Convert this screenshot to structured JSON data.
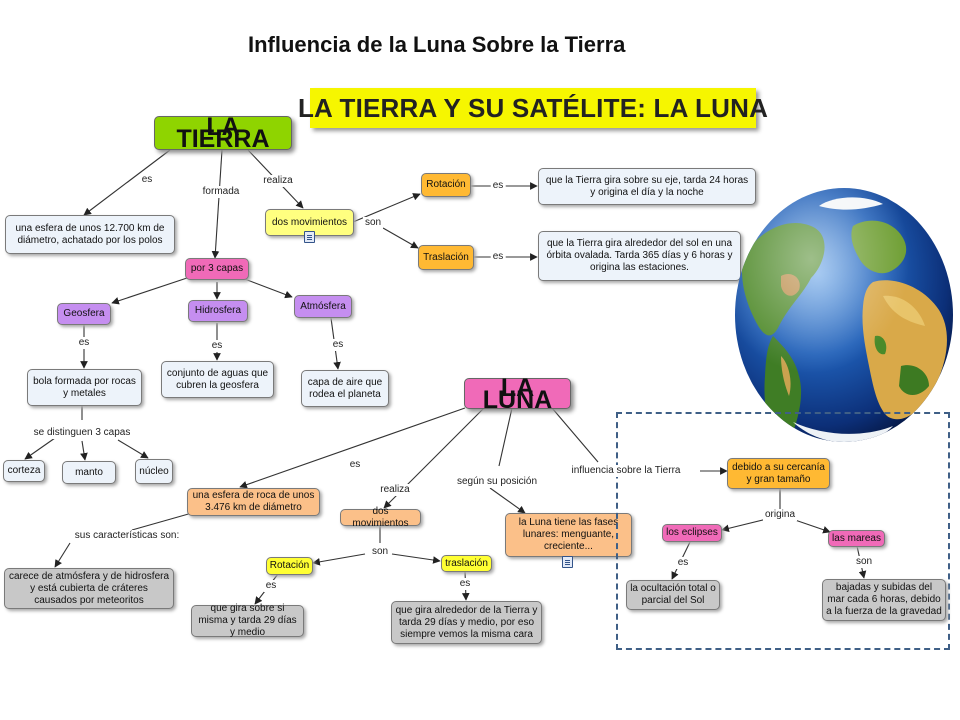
{
  "slide_title": "Influencia de la Luna Sobre la Tierra",
  "banner": "LA TIERRA Y SU SATÉLITE: LA LUNA",
  "nodes": {
    "tierra": "LA TIERRA",
    "esfera": "una esfera de unos 12.700 km de diámetro, achatado por los polos",
    "tres_capas": "por 3 capas",
    "dos_mov_tierra": "dos movimientos",
    "rotacion_tierra": "Rotación",
    "traslacion_tierra": "Traslación",
    "rot_desc": "que la Tierra gira sobre su eje, tarda 24 horas y origina el día y la noche",
    "tras_desc": "que la Tierra gira alrededor del sol en una órbita ovalada. Tarda 365 días y 6 horas y origina las estaciones.",
    "geosfera": "Geosfera",
    "hidrosfera": "Hidrosfera",
    "atmosfera": "Atmósfera",
    "geo_desc": "bola formada por rocas y metales",
    "hidro_desc": "conjunto de aguas que cubren la geosfera",
    "atmo_desc": "capa de aire  que rodea el planeta",
    "corteza": "corteza",
    "manto": "manto",
    "nucleo": "núcleo",
    "luna": "LA LUNA",
    "luna_esfera": "una esfera de roca de unos 3.476 km de diámetro",
    "luna_caract": "carece de atmósfera y de hidrosfera y está cubierta de cráteres causados por meteoritos",
    "dos_mov_luna": "dos movimientos",
    "rotacion_luna": "Rotación",
    "traslacion_luna": "traslación",
    "luna_rot_desc": "que gira sobre si misma y tarda 29 días y medio",
    "luna_tras_desc": "que gira alrededor de la Tierra y tarda 29 días y medio, por eso siempre vemos la misma cara",
    "fases": "la Luna tiene las fases lunares: menguante, creciente...",
    "cercania": "debido a su cercanía y gran tamaño",
    "eclipses": "los eclipses",
    "mareas": "las mareas",
    "eclipse_desc": "la ocultación total o parcial del Sol",
    "mareas_desc": "bajadas y subidas del mar cada 6 horas, debido a la fuerza de la gravedad"
  },
  "links": {
    "es": "es",
    "formada": "formada",
    "realiza": "realiza",
    "son": "son",
    "se_distinguen": "se distinguen 3 capas",
    "sus_caracteristicas": "sus características son:",
    "segun_posicion": "según su posición",
    "influencia": "influencia sobre la Tierra",
    "origina": "origina"
  },
  "colors": {
    "green": "#8fd400",
    "pink": "#f06ab8",
    "violet": "#c58ef0",
    "orange": "#ffb933",
    "yellow": "#ffff80",
    "light_blue": "#edf3fa",
    "salmon": "#fbc089",
    "gray": "#c8c8c8",
    "dashed_frame": "#3f5f86",
    "banner_yellow": "#f6f600"
  }
}
